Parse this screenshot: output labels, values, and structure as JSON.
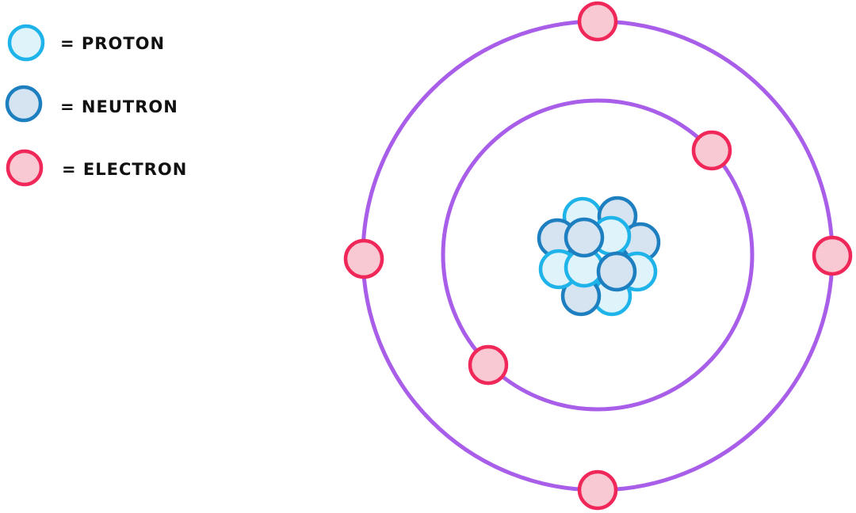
{
  "legend": {
    "items": [
      {
        "key": "proton",
        "label": "= PROTON"
      },
      {
        "key": "neutron",
        "label": "= NEUTRON"
      },
      {
        "key": "electron",
        "label": "= ELECTRON"
      }
    ]
  },
  "particles": {
    "proton": {
      "fill": "#dff3fb",
      "stroke": "#1eb4ea"
    },
    "neutron": {
      "fill": "#d6e4f2",
      "stroke": "#1d7fc0"
    },
    "electron": {
      "fill": "#f8c9d2",
      "stroke": "#f0285a"
    }
  },
  "atom": {
    "orbit_color": "#a85ee8",
    "shells": [
      {
        "name": "inner-shell",
        "electrons": 2
      },
      {
        "name": "outer-shell",
        "electrons": 4
      }
    ],
    "nucleus": {
      "protons": 6,
      "neutrons": 6
    }
  }
}
